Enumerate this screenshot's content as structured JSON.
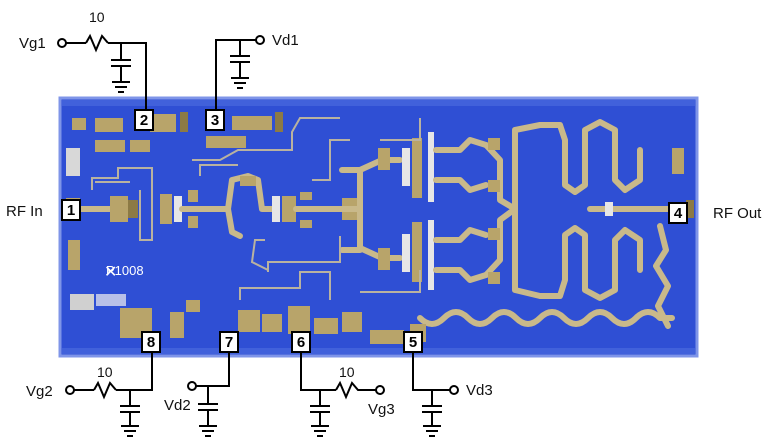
{
  "chip": {
    "marking": "P1008",
    "colors": {
      "substrate": "#2e4fd6",
      "metal": "#c9b98a",
      "pad": "#b8a46a"
    }
  },
  "ports": {
    "rf_in": "RF In",
    "rf_out": "RF Out"
  },
  "pins": [
    {
      "number": "1",
      "name": "RF In"
    },
    {
      "number": "2",
      "name": "Vg1"
    },
    {
      "number": "3",
      "name": "Vd1"
    },
    {
      "number": "4",
      "name": "RF Out"
    },
    {
      "number": "5",
      "name": "Vd3"
    },
    {
      "number": "6",
      "name": "Vg3"
    },
    {
      "number": "7",
      "name": "Vd2"
    },
    {
      "number": "8",
      "name": "Vg2"
    }
  ],
  "bias_labels": {
    "vg1": "Vg1",
    "vd1": "Vd1",
    "vg2": "Vg2",
    "vd2": "Vd2",
    "vg3": "Vg3",
    "vd3": "Vd3"
  },
  "resistors": {
    "vg1": "10",
    "vg2": "10",
    "vg3": "10"
  }
}
